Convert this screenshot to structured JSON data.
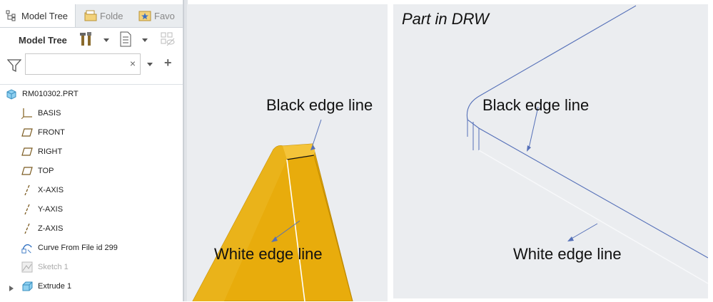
{
  "tabs": [
    {
      "label": "Model Tree"
    },
    {
      "label": "Folde"
    },
    {
      "label": "Favo"
    }
  ],
  "toolbar": {
    "title": "Model Tree"
  },
  "search": {
    "value": "",
    "placeholder": "",
    "clear_glyph": "×",
    "add_glyph": "+"
  },
  "tree": {
    "items": [
      {
        "label": "RM010302.PRT",
        "icon": "part-icon"
      },
      {
        "label": "BASIS",
        "icon": "coordinate-system-icon"
      },
      {
        "label": "FRONT",
        "icon": "datum-plane-icon"
      },
      {
        "label": "RIGHT",
        "icon": "datum-plane-icon"
      },
      {
        "label": "TOP",
        "icon": "datum-plane-icon"
      },
      {
        "label": "X-AXIS",
        "icon": "datum-axis-icon"
      },
      {
        "label": "Y-AXIS",
        "icon": "datum-axis-icon"
      },
      {
        "label": "Z-AXIS",
        "icon": "datum-axis-icon"
      },
      {
        "label": "Curve From File id 299",
        "icon": "curve-icon"
      },
      {
        "label": "Sketch 1",
        "icon": "sketch-icon"
      },
      {
        "label": "Extrude 1",
        "icon": "extrude-icon"
      }
    ]
  },
  "viewport3d": {
    "black_label": "Black edge line",
    "white_label": "White edge line",
    "part_color": "#e8ac0c"
  },
  "drawing": {
    "title": "Part in DRW",
    "black_label": "Black edge line",
    "white_label": "White edge line",
    "edge_color": "#5570b8"
  }
}
